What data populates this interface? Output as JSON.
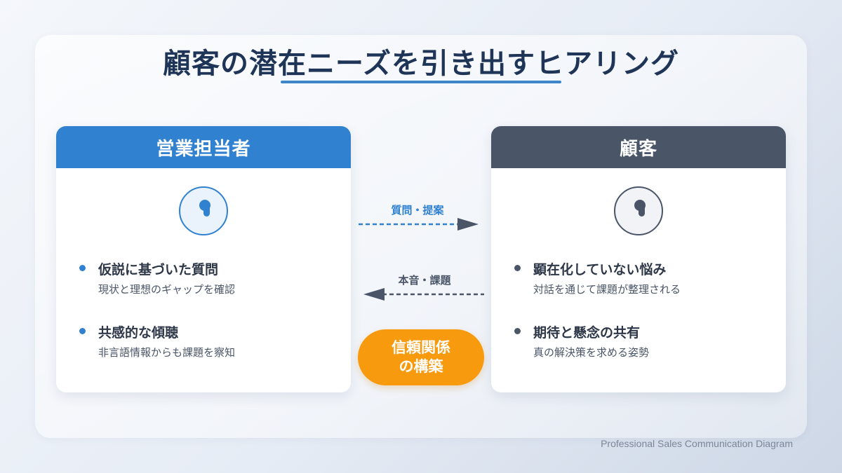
{
  "title": "顧客の潜在ニーズを引き出すヒアリング",
  "colors": {
    "sales": "#3081d0",
    "customer": "#4a5568",
    "trust": "#f79a0e",
    "title": "#1f3558"
  },
  "sales_card": {
    "header": "営業担当者",
    "icon": "person-icon",
    "items": [
      {
        "title": "仮説に基づいた質問",
        "desc": "現状と理想のギャップを確認"
      },
      {
        "title": "共感的な傾聴",
        "desc": "非言語情報からも課題を察知"
      }
    ]
  },
  "customer_card": {
    "header": "顧客",
    "icon": "person-icon",
    "items": [
      {
        "title": "顕在化していない悩み",
        "desc": "対話を通じて課題が整理される"
      },
      {
        "title": "期待と懸念の共有",
        "desc": "真の解決策を求める姿勢"
      }
    ]
  },
  "arrows": {
    "to_customer": "質問・提案",
    "to_sales": "本音・課題"
  },
  "trust_badge": {
    "line1": "信頼関係",
    "line2": "の構築"
  },
  "footer": "Professional Sales Communication Diagram"
}
